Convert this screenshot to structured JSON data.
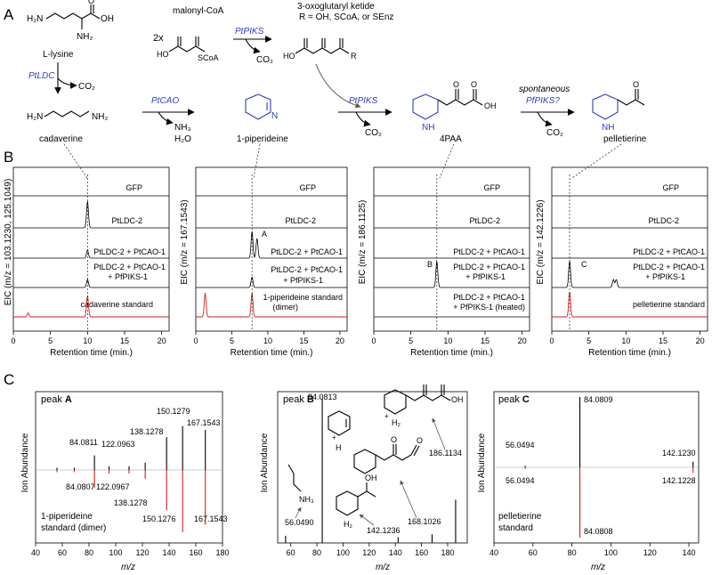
{
  "panel_labels": {
    "a": "A",
    "b": "B",
    "c": "C"
  },
  "panel_a": {
    "lysine": "L-lysine",
    "lysine_h2n": "H₂N",
    "lysine_nh2": "NH₂",
    "lysine_oh": "OH",
    "lysine_o": "O",
    "ldc": "PtLDC",
    "co2": "CO₂",
    "malonyl": "malonyl-CoA",
    "twox": "2x",
    "malonyl_ho": "HO",
    "malonyl_scoa": "SCoA",
    "piks": "PtPIKS",
    "ketide_title": "3-oxoglutaryl ketide",
    "ketide_r": "R = OH, SCoA, or SEnz",
    "ketide_ho": "HO",
    "r": "R",
    "cadaverine": "cadaverine",
    "cad_h2n": "H₂N",
    "cad_nh2": "NH₂",
    "cao": "PtCAO",
    "nh3": "NH₃",
    "h2o": "H₂O",
    "piperideine": "1-piperideine",
    "n": "N",
    "piks2": "PtPIKS",
    "co2_b": "CO₂",
    "fourpaa": "4PAA",
    "nh": "NH",
    "oh": "OH",
    "spontaneous": "spontaneous",
    "piks_q": "PfPIKS?",
    "co2_c": "CO₂",
    "pelletierine": "pelletierine",
    "o": "O"
  },
  "panel_b": {
    "xlabel": "Retention time (min.)",
    "ticks": [
      "0",
      "5",
      "10",
      "15",
      "20"
    ],
    "charts": [
      {
        "ylabel": "EIC (m/z = 103.1230, 125.1049)",
        "traces": [
          "GFP",
          "PtLDC-2",
          "PtLDC-2 + PtCAO-1",
          "PtLDC-2 + PtCAO-1",
          "+ PfPIKS-1",
          "cadaverine standard"
        ]
      },
      {
        "ylabel": "EIC (m/z = 167.1543)",
        "traces": [
          "GFP",
          "PtLDC-2",
          "PtLDC-2 + PtCAO-1",
          "PtLDC-2 + PtCAO-1",
          "+ PfPIKS-1",
          "1-piperideine standard",
          "(dimer)"
        ],
        "peak": "A"
      },
      {
        "ylabel": "EIC (m/z = 186.1125)",
        "traces": [
          "GFP",
          "PtLDC-2",
          "PtLDC-2 + PtCAO-1",
          "PtLDC-2 + PtCAO-1",
          "+ PfPIKS-1",
          "PtLDC-2 + PtCAO-1",
          "+ PfPIKS-1 (heated)"
        ],
        "peak": "B"
      },
      {
        "ylabel": "EIC (m/z = 142.1226)",
        "traces": [
          "GFP",
          "PtLDC-2",
          "PtLDC-2 + PtCAO-1",
          "PtLDC-2 + PtCAO-1",
          "+ PfPIKS-1",
          "pelletierine standard"
        ],
        "peak": "C"
      }
    ]
  },
  "panel_c": {
    "ylabel": "Ion Abundance",
    "xlabel": "m/z",
    "spectra": [
      {
        "peak_label": "peak ",
        "peak_id": "A",
        "standard": [
          "1-piperideine",
          "standard (dimer)"
        ],
        "ticks": [
          "40",
          "60",
          "80",
          "100",
          "120",
          "140",
          "160",
          "180"
        ],
        "top_labels": [
          "84.0811",
          "122.0963",
          "138.1278",
          "150.1279",
          "167.1543"
        ],
        "bottom_labels": [
          "84.0807",
          "122.0967",
          "138.1278",
          "150.1276",
          "167.1543"
        ]
      },
      {
        "peak_label": "peak ",
        "peak_id": "B",
        "ticks": [
          "60",
          "80",
          "100",
          "120",
          "140",
          "160",
          "180"
        ],
        "labels": [
          "84.0813",
          "186.1134",
          "56.0490",
          "142.1236",
          "168.1026"
        ],
        "frag": {
          "nh3": "NH₃",
          "h2": "H₂",
          "h": "H",
          "oh": "OH",
          "o": "O",
          "plus": "+"
        }
      },
      {
        "peak_label": "peak ",
        "peak_id": "C",
        "standard": [
          "pelletierine",
          "standard"
        ],
        "ticks": [
          "40",
          "60",
          "80",
          "100",
          "120",
          "140"
        ],
        "top_labels": [
          "84.0809",
          "56.0494",
          "142.1230"
        ],
        "bottom_labels": [
          "56.0494",
          "142.1228",
          "84.0808"
        ]
      }
    ]
  },
  "chart_data": [
    {
      "type": "line",
      "xlabel": "Retention time (min.)",
      "ylabel": "EIC (m/z = 103.1230, 125.1049)",
      "xlim": [
        0,
        21
      ],
      "series": [
        {
          "name": "GFP",
          "peaks": []
        },
        {
          "name": "PtLDC-2",
          "peaks": [
            {
              "x": 10.0,
              "h": 1.0
            }
          ]
        },
        {
          "name": "PtLDC-2 + PtCAO-1",
          "peaks": [
            {
              "x": 10.0,
              "h": 0.3
            }
          ]
        },
        {
          "name": "PtLDC-2 + PtCAO-1 + PfPIKS-1",
          "peaks": [
            {
              "x": 10.0,
              "h": 0.3
            }
          ]
        },
        {
          "name": "cadaverine standard",
          "peaks": [
            {
              "x": 10.0,
              "h": 0.8
            },
            {
              "x": 2.0,
              "h": 0.15
            }
          ]
        }
      ]
    },
    {
      "type": "line",
      "xlabel": "Retention time (min.)",
      "ylabel": "EIC (m/z = 167.1543)",
      "xlim": [
        0,
        21
      ],
      "series": [
        {
          "name": "GFP",
          "peaks": []
        },
        {
          "name": "PtLDC-2",
          "peaks": []
        },
        {
          "name": "PtLDC-2 + PtCAO-1",
          "peaks": [
            {
              "x": 7.8,
              "h": 1.0
            },
            {
              "x": 8.5,
              "h": 0.75
            }
          ]
        },
        {
          "name": "PtLDC-2 + PtCAO-1 + PfPIKS-1",
          "peaks": [
            {
              "x": 7.8,
              "h": 0.4
            }
          ]
        },
        {
          "name": "1-piperideine standard (dimer)",
          "peaks": [
            {
              "x": 1.3,
              "h": 0.9
            },
            {
              "x": 7.8,
              "h": 0.9
            }
          ]
        }
      ]
    },
    {
      "type": "line",
      "xlabel": "Retention time (min.)",
      "ylabel": "EIC (m/z = 186.1125)",
      "xlim": [
        0,
        21
      ],
      "series": [
        {
          "name": "GFP",
          "peaks": []
        },
        {
          "name": "PtLDC-2",
          "peaks": []
        },
        {
          "name": "PtLDC-2 + PtCAO-1",
          "peaks": []
        },
        {
          "name": "PtLDC-2 + PtCAO-1 + PfPIKS-1",
          "peaks": [
            {
              "x": 8.5,
              "h": 1.0
            }
          ]
        },
        {
          "name": "PtLDC-2 + PtCAO-1 + PfPIKS-1 (heated)",
          "peaks": []
        }
      ]
    },
    {
      "type": "line",
      "xlabel": "Retention time (min.)",
      "ylabel": "EIC (m/z = 142.1226)",
      "xlim": [
        0,
        21
      ],
      "series": [
        {
          "name": "GFP",
          "peaks": []
        },
        {
          "name": "PtLDC-2",
          "peaks": []
        },
        {
          "name": "PtLDC-2 + PtCAO-1",
          "peaks": []
        },
        {
          "name": "PtLDC-2 + PtCAO-1 + PfPIKS-1",
          "peaks": [
            {
              "x": 2.4,
              "h": 1.0
            },
            {
              "x": 8.3,
              "h": 0.3
            },
            {
              "x": 8.7,
              "h": 0.3
            }
          ]
        },
        {
          "name": "pelletierine standard",
          "peaks": [
            {
              "x": 2.4,
              "h": 0.95
            }
          ]
        }
      ]
    },
    {
      "type": "bar",
      "title": "peak A",
      "xlabel": "m/z",
      "xlim": [
        40,
        180
      ],
      "series": [
        {
          "name": "peak A",
          "x": [
            56,
            69,
            84.0811,
            95,
            110,
            122.0963,
            138.1278,
            150.1279,
            167.1543
          ],
          "values": [
            0.03,
            0.03,
            0.2,
            0.05,
            0.05,
            0.1,
            0.45,
            0.6,
            0.55
          ]
        },
        {
          "name": "1-piperideine standard (dimer)",
          "x": [
            56,
            69,
            84.0807,
            95,
            110,
            122.0967,
            138.1278,
            150.1276,
            167.1543
          ],
          "values": [
            0.03,
            0.03,
            0.25,
            0.05,
            0.05,
            0.12,
            0.55,
            0.85,
            0.75
          ]
        }
      ]
    },
    {
      "type": "bar",
      "title": "peak B",
      "xlabel": "m/z",
      "xlim": [
        50,
        195
      ],
      "series": [
        {
          "name": "peak B",
          "x": [
            56.049,
            84.0813,
            142.1236,
            168.1026,
            186.1134
          ],
          "values": [
            0.05,
            1.0,
            0.04,
            0.06,
            0.3
          ]
        }
      ]
    },
    {
      "type": "bar",
      "title": "peak C",
      "xlabel": "m/z",
      "xlim": [
        40,
        145
      ],
      "series": [
        {
          "name": "peak C",
          "x": [
            56.0494,
            84.0809,
            142.123
          ],
          "values": [
            0.02,
            1.0,
            0.08
          ]
        },
        {
          "name": "pelletierine standard",
          "x": [
            56.0494,
            84.0808,
            142.1228
          ],
          "values": [
            0.02,
            1.0,
            0.08
          ]
        }
      ]
    }
  ]
}
